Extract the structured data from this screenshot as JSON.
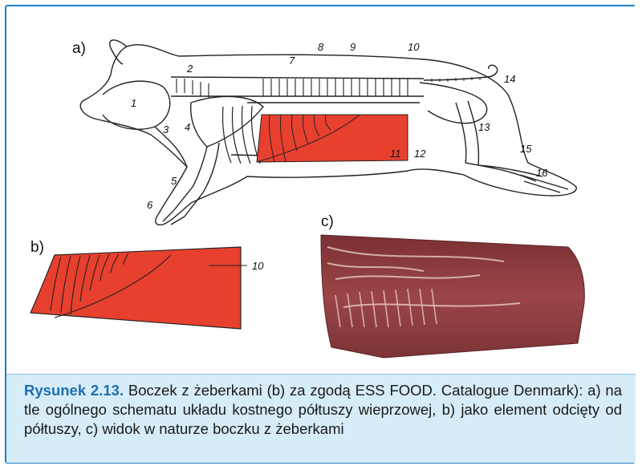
{
  "panels": {
    "a": "a)",
    "b": "b)",
    "c": "c)"
  },
  "diagram_a_numbers": [
    "1",
    "2",
    "3",
    "4",
    "5",
    "6",
    "7",
    "8",
    "9",
    "10",
    "11",
    "12",
    "13",
    "14",
    "15",
    "16"
  ],
  "diagram_b_numbers": [
    "10"
  ],
  "colors": {
    "frame": "#1f7fc4",
    "caption_bg": "#d6ecf8",
    "cut_red": "#e8402e",
    "meat": "#8e3a3c"
  },
  "caption": {
    "figure_number": "Rysunek 2.13.",
    "text": "Boczek z żeberkami (b) za zgodą ESS FOOD. Catalogue Denmark): a) na tle ogólnego schematu układu kostnego półtuszy wieprzowej, b) jako element odcięty od półtuszy, c) widok w naturze boczku z żeberkami"
  }
}
